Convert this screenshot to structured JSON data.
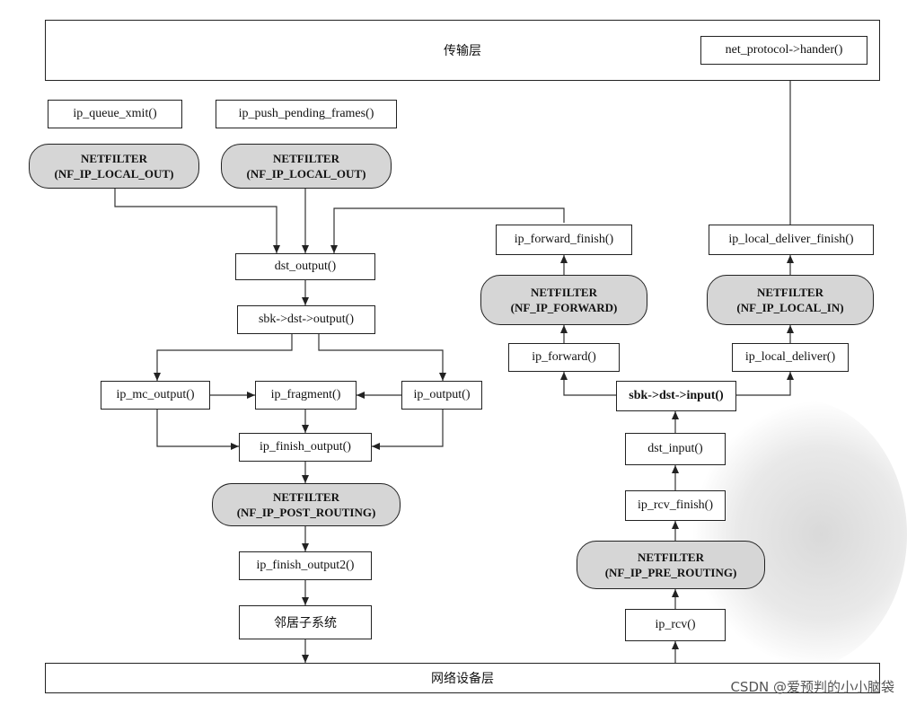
{
  "layers": {
    "transport": "传输层",
    "network_device": "网络设备层"
  },
  "boxes": {
    "net_protocol": "net_protocol->hander()",
    "ip_queue_xmit": "ip_queue_xmit()",
    "ip_push_pending_frames": "ip_push_pending_frames()",
    "dst_output": "dst_output()",
    "sbk_dst_output": "sbk->dst->output()",
    "ip_mc_output": "ip_mc_output()",
    "ip_fragment": "ip_fragment()",
    "ip_output": "ip_output()",
    "ip_finish_output": "ip_finish_output()",
    "ip_finish_output2": "ip_finish_output2()",
    "neighbor": "邻居子系统",
    "ip_forward_finish": "ip_forward_finish()",
    "ip_forward": "ip_forward()",
    "ip_local_deliver_finish": "ip_local_deliver_finish()",
    "ip_local_deliver": "ip_local_deliver()",
    "sbk_dst_input": "sbk->dst->input()",
    "dst_input": "dst_input()",
    "ip_rcv_finish": "ip_rcv_finish()",
    "ip_rcv": "ip_rcv()"
  },
  "netfilters": {
    "local_out_1": {
      "title": "NETFILTER",
      "hook": "(NF_IP_LOCAL_OUT)"
    },
    "local_out_2": {
      "title": "NETFILTER",
      "hook": "(NF_IP_LOCAL_OUT)"
    },
    "post_routing": {
      "title": "NETFILTER",
      "hook": "(NF_IP_POST_ROUTING)"
    },
    "forward": {
      "title": "NETFILTER",
      "hook": "(NF_IP_FORWARD)"
    },
    "local_in": {
      "title": "NETFILTER",
      "hook": "(NF_IP_LOCAL_IN)"
    },
    "pre_routing": {
      "title": "NETFILTER",
      "hook": "(NF_IP_PRE_ROUTING)"
    }
  },
  "watermark": "CSDN @爱预判的小小脑袋"
}
